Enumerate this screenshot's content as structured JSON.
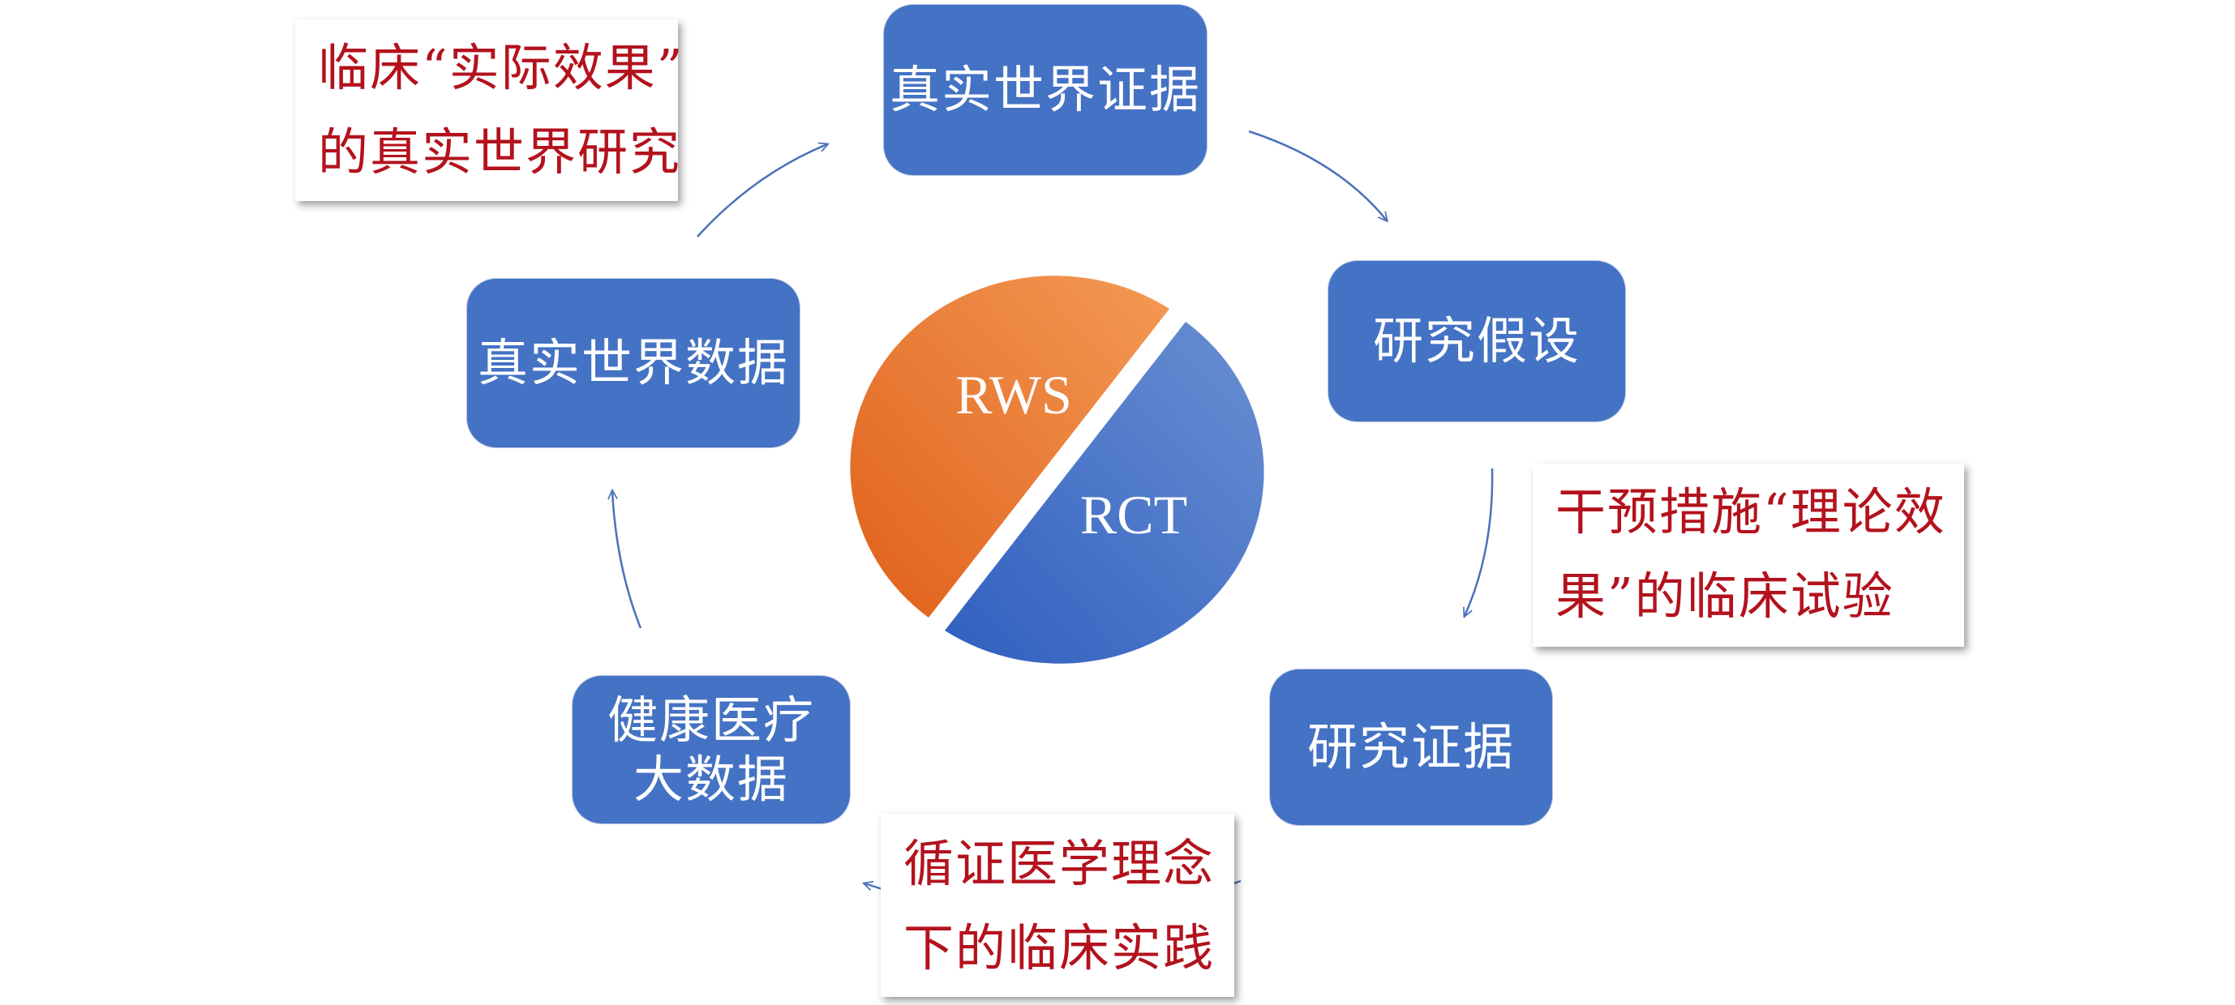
{
  "nodes": {
    "rwe": "真实世界证据",
    "hypothesis": "研究假设",
    "research_evidence": "研究证据",
    "big_data": "健康医疗大数据",
    "rwd": "真实世界数据"
  },
  "notes": {
    "rws_effect": [
      "临床“实际效果”",
      "的真实世界研究"
    ],
    "rct_effect": [
      "干预措施“理论效",
      "果”的临床试验"
    ],
    "ebm_practice": [
      "循证医学理念",
      "下的临床实践"
    ]
  },
  "pie": {
    "rws_label": "RWS",
    "rct_label": "RCT",
    "rws_color": "#f07a2a",
    "rct_color": "#4b79c8"
  },
  "colors": {
    "node_fill": "#4472c4",
    "note_text": "#b3121d",
    "arrow": "#4a72b8"
  }
}
